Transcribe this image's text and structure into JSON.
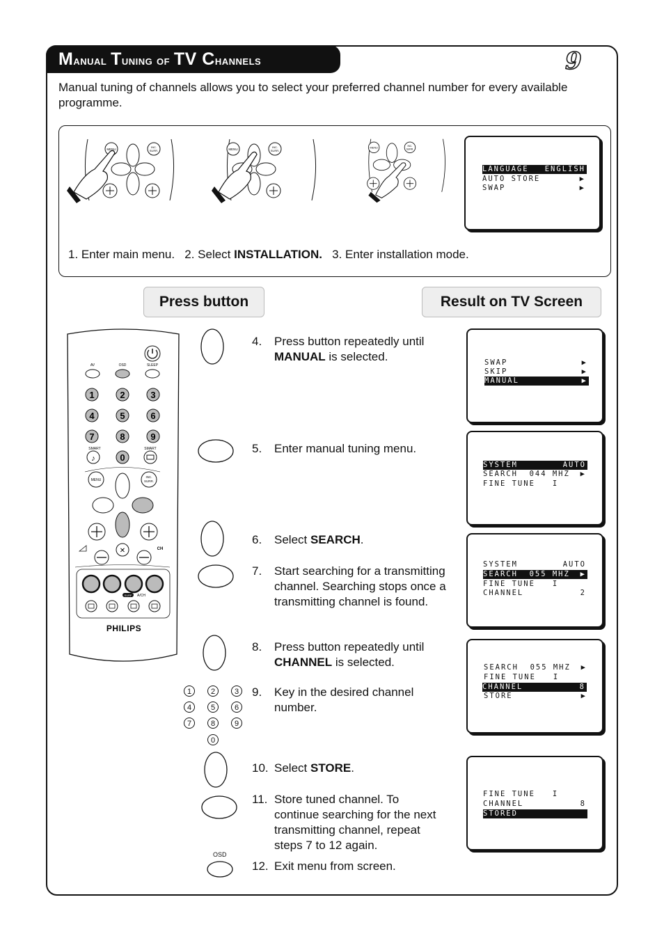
{
  "header": {
    "title_first": "M",
    "title_rest": "anual ",
    "title_t": "T",
    "title_uning": "uning of ",
    "title_tv": "TV ",
    "title_c": "C",
    "title_hannels": "hannels",
    "page_number": "9"
  },
  "intro": "Manual tuning of channels allows you to select your preferred channel number for every available programme.",
  "top_steps": {
    "s1": "1. Enter main menu.",
    "s2_pre": "2. Select ",
    "s2_bold": "INSTALLATION.",
    "s3": "3. Enter installation mode.",
    "menu_label": "MENU",
    "inc_label": "INC.",
    "surr_label": "SURR."
  },
  "screen0": {
    "l1a": "LANGUAGE",
    "l1b": "ENGLISH",
    "l2": "AUTO STORE",
    "l3": "SWAP"
  },
  "columns": {
    "press": "Press button",
    "result": "Result on TV Screen"
  },
  "steps": {
    "s4_num": "4.",
    "s4_pre": "Press button repeatedly until ",
    "s4_bold": "MANUAL",
    "s4_post": " is selected.",
    "s5_num": "5.",
    "s5": "Enter manual tuning menu.",
    "s6_num": "6.",
    "s6_pre": "Select ",
    "s6_bold": "SEARCH",
    "s6_post": ".",
    "s7_num": "7.",
    "s7": "Start searching for a transmitting channel. Searching stops once a transmitting channel is found.",
    "s8_num": "8.",
    "s8_pre": "Press button repeatedly until ",
    "s8_bold": "CHANNEL",
    "s8_post": " is selected.",
    "s9_num": "9.",
    "s9": "Key in the desired channel number.",
    "s10_num": "10.",
    "s10_pre": "Select ",
    "s10_bold": "STORE",
    "s10_post": ".",
    "s11_num": "11.",
    "s11": "Store tuned channel. To continue searching for the next transmitting channel, repeat steps 7 to 12 again.",
    "s12_num": "12.",
    "s12": "Exit menu from screen.",
    "osd_label": "OSD"
  },
  "screen1": {
    "l1": "SWAP",
    "l2": "SKIP",
    "l3": "MANUAL"
  },
  "screen2": {
    "l1a": "SYSTEM",
    "l1b": "AUTO",
    "l2": "SEARCH  044 MHZ",
    "l3": "FINE TUNE   I"
  },
  "screen3": {
    "l1a": "SYSTEM",
    "l1b": "AUTO",
    "l2": "SEARCH  055 MHZ",
    "l3": "FINE TUNE   I",
    "l4a": "CHANNEL",
    "l4b": "2"
  },
  "screen4": {
    "l1": "SEARCH  055 MHZ",
    "l2": "FINE TUNE   I",
    "l3a": "CHANNEL",
    "l3b": "8",
    "l4": "STORE"
  },
  "screen5": {
    "l1": "FINE TUNE   I",
    "l2a": "CHANNEL",
    "l2b": "8",
    "l3": "STORED"
  },
  "arrow_glyph": "▶",
  "digits": [
    "1",
    "2",
    "3",
    "4",
    "5",
    "6",
    "7",
    "8",
    "9",
    "0"
  ],
  "remote": {
    "brand": "PHILIPS",
    "av": "AV",
    "osd": "OSD",
    "sleep": "SLEEP",
    "smart": "SMART",
    "menu": "MENU",
    "inc": "INC.",
    "surr": "SURR.",
    "ch": "CH",
    "surf": "SURF",
    "ach": "A/CH",
    "keys": [
      "1",
      "2",
      "3",
      "4",
      "5",
      "6",
      "7",
      "8",
      "9",
      "0"
    ]
  }
}
